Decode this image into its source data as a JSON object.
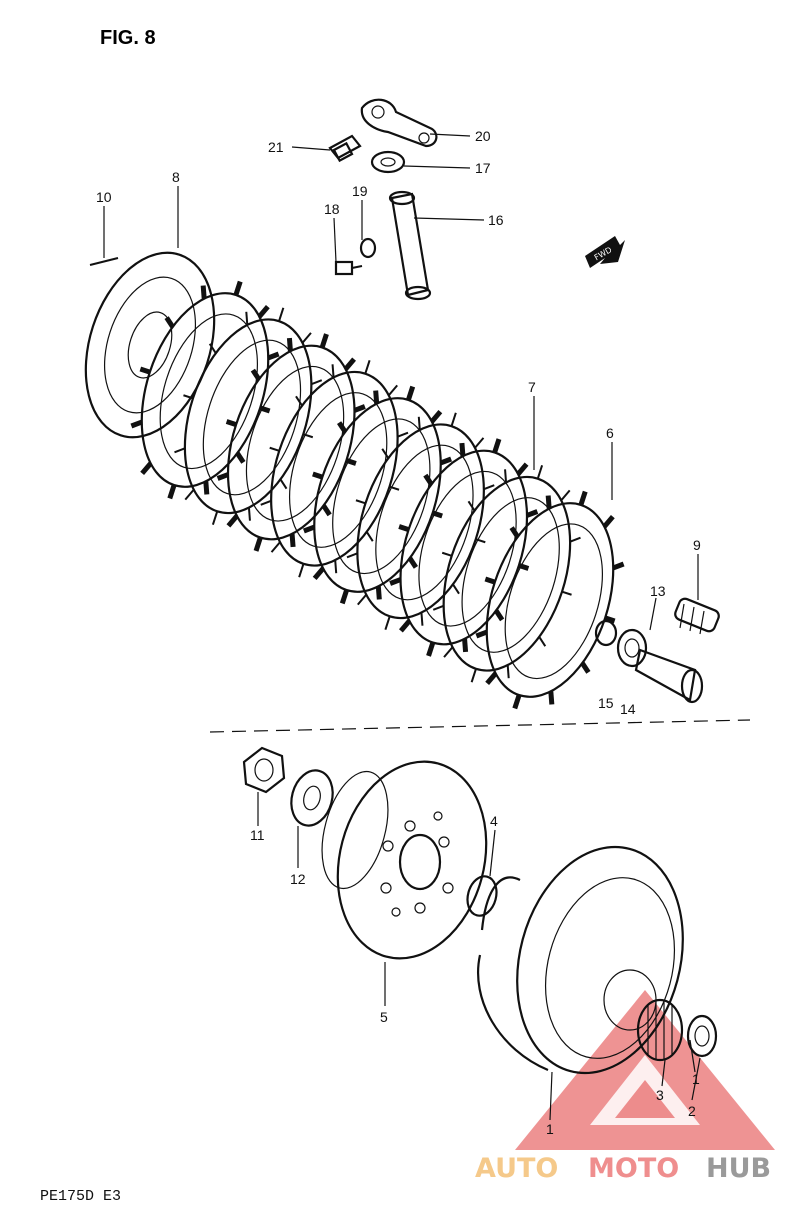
{
  "figure_title": "FIG. 8",
  "model_code": "PE175D E3",
  "labels": {
    "p1": "1",
    "p1b": "1",
    "p2": "2",
    "p3": "3",
    "p4": "4",
    "p5": "5",
    "p6": "6",
    "p7": "7",
    "p8": "8",
    "p9": "9",
    "p10": "10",
    "p11": "11",
    "p12": "12",
    "p13": "13",
    "p14": "14",
    "p15": "15",
    "p16": "16",
    "p17": "17",
    "p18": "18",
    "p19": "19",
    "p20": "20",
    "p21": "21"
  },
  "fwd_tag": "FWD",
  "watermark": {
    "auto": "AUTO",
    "moto": "MOTO",
    "hub": "HUB"
  },
  "colors": {
    "ink": "#111111",
    "watermark_red": "#e03a3a",
    "watermark_orange": "#f0a040",
    "watermark_gray": "#8a8a8a"
  }
}
